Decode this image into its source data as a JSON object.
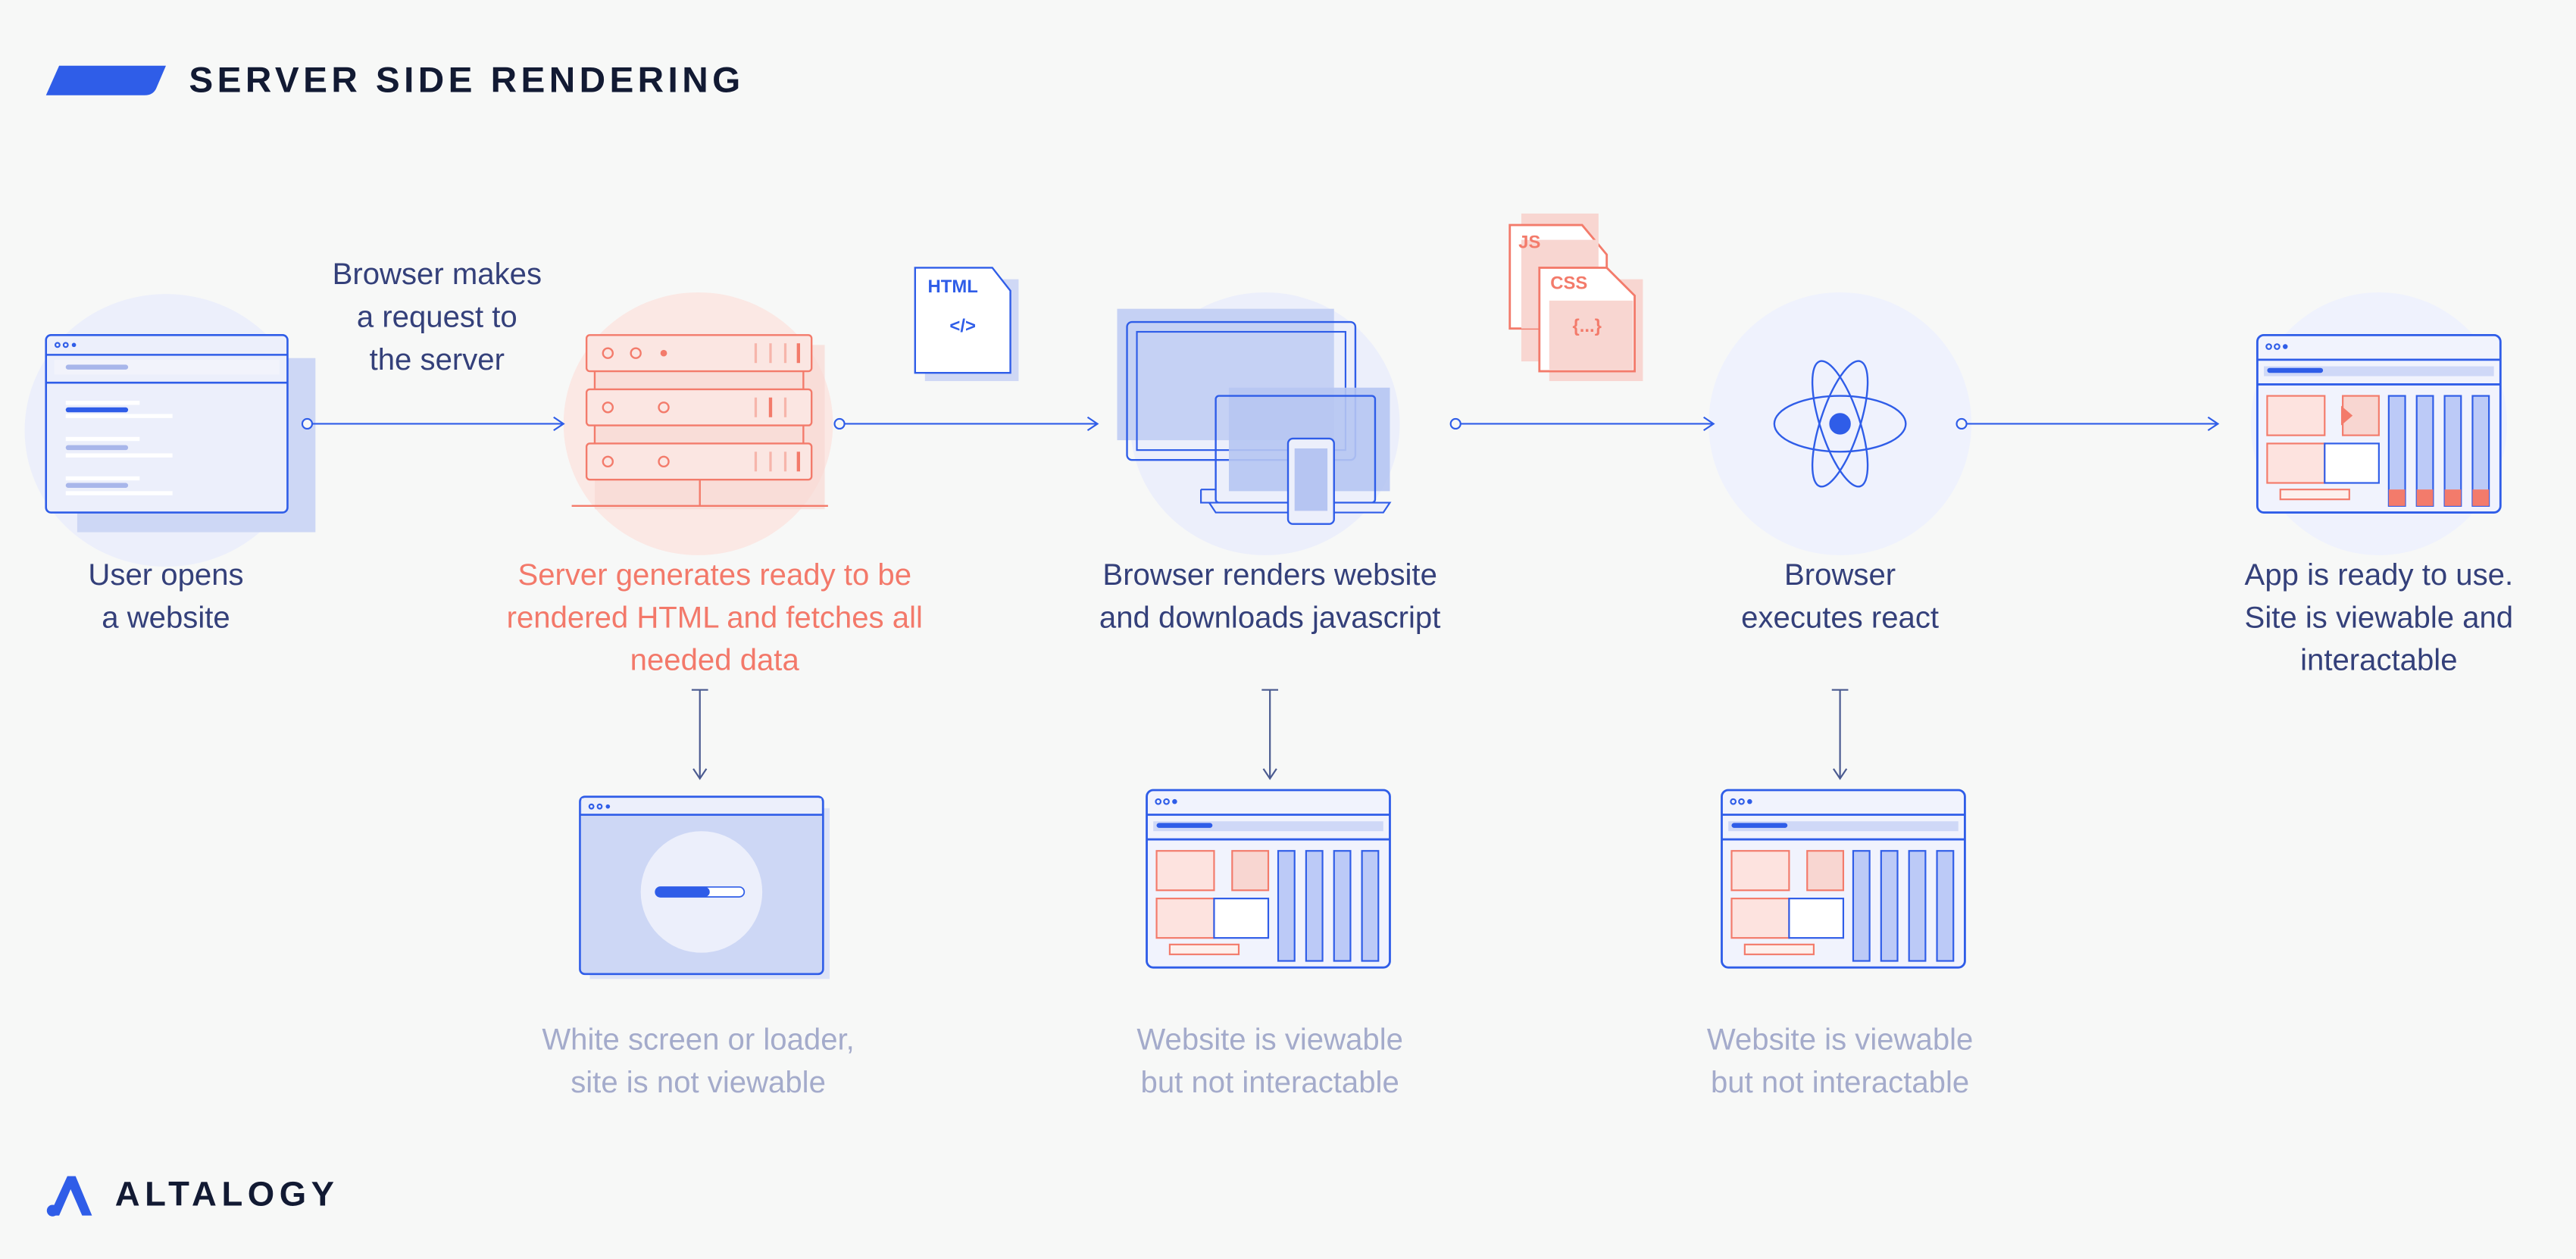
{
  "header": {
    "title": "SERVER SIDE RENDERING"
  },
  "steps": [
    {
      "label": [
        "User opens",
        "a website"
      ]
    },
    {
      "label": [
        "Server generates ready to be",
        "rendered HTML and fetches all",
        "needed data"
      ]
    },
    {
      "label": [
        "Browser renders website",
        "and downloads javascript"
      ]
    },
    {
      "label": [
        "Browser",
        "executes react"
      ]
    },
    {
      "label": [
        "App is ready to use.",
        "Site is viewable and",
        "interactable"
      ]
    }
  ],
  "request_label": [
    "Browser makes",
    "a request to",
    "the server"
  ],
  "states": [
    {
      "label": [
        "White screen or loader,",
        "site is not viewable"
      ]
    },
    {
      "label": [
        "Website is viewable",
        "but not interactable"
      ]
    },
    {
      "label": [
        "Website is viewable",
        "but not interactable"
      ]
    }
  ],
  "files": {
    "html": "HTML",
    "html_code": "</>",
    "js": "JS",
    "css": "CSS",
    "css_code": "{...}"
  },
  "footer": {
    "brand": "ALTALOGY"
  },
  "colors": {
    "blue": "#2f5de8",
    "salmon": "#f37b6b",
    "navy": "#34407a",
    "grey": "#a4abcb"
  }
}
